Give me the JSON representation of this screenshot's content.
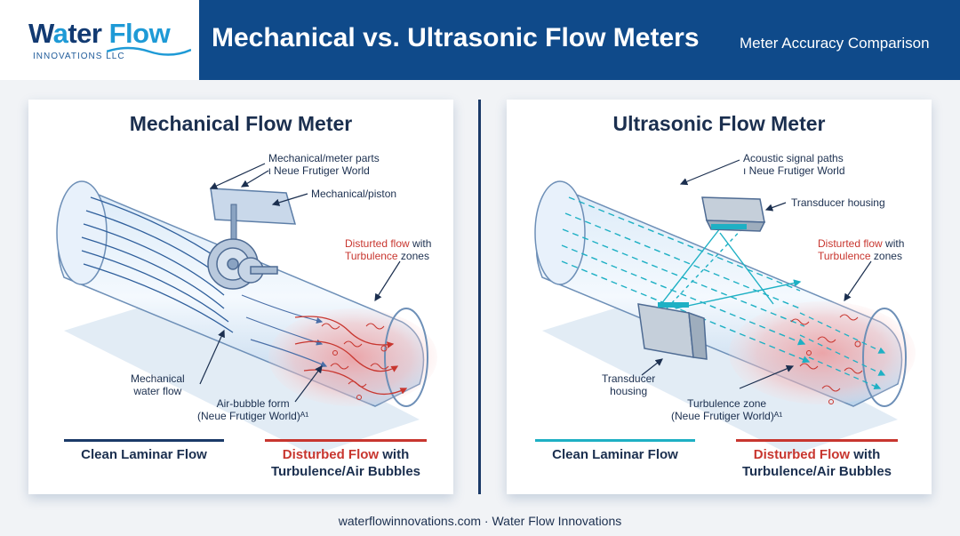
{
  "brand": {
    "name_part1": "W",
    "name_drop": "a",
    "name_part2": "ter",
    "name_part3": "Flow",
    "tagline": "INNOVATIONS LLC"
  },
  "header": {
    "title": "Mechanical vs. Ultrasonic Flow Meters",
    "subtitle": "Meter Accuracy Comparison"
  },
  "colors": {
    "header_bg": "#0f4a8a",
    "laminar_navy": "#1b3a68",
    "laminar_teal": "#1eb0c4",
    "turbulence_red": "#c8362f"
  },
  "mechanical": {
    "title": "Mechanical Flow Meter",
    "callouts": {
      "parts_line1": "Mechanical/meter parts",
      "parts_line2": "ι Neue Frutiger World",
      "piston": "Mechanical/piston",
      "disturbed_pre": "Disturted flow",
      "disturbed_post": " with",
      "turbulence_word": "Turbulence",
      "zones_word": " zones",
      "water_flow_line1": "Mechanical",
      "water_flow_line2": "water flow",
      "air_bubble": "Air-bubble form",
      "air_bubble_note": "(Neue Frutiger World)ᴬ¹"
    },
    "legend": {
      "clean": "Clean Laminar Flow",
      "disturbed_red": "Disturbed Flow",
      "disturbed_with": " with",
      "disturbed_line2": "Turbulence/Air Bubbles"
    }
  },
  "ultrasonic": {
    "title": "Ultrasonic Flow Meter",
    "callouts": {
      "acoustic_line1": "Acoustic signal paths",
      "acoustic_line2": "ı Neue Frutiger World",
      "transducer_top": "Transducer housing",
      "disturbed_pre": "Disturted flow",
      "disturbed_post": " with",
      "turbulence_word": "Turbulence",
      "zones_word": " zones",
      "transducer_bottom_line1": "Transducer",
      "transducer_bottom_line2": "housing",
      "turbulence_zone": "Turbulence zone",
      "turbulence_zone_note": "(Neue Frutiger World)ᴬ¹"
    },
    "legend": {
      "clean": "Clean Laminar Flow",
      "disturbed_red": "Disturbed Flow",
      "disturbed_with": " with",
      "disturbed_line2": "Turbulence/Air Bubbles"
    }
  },
  "footer": {
    "text": "waterflowinnovations.com · Water Flow Innovations"
  }
}
